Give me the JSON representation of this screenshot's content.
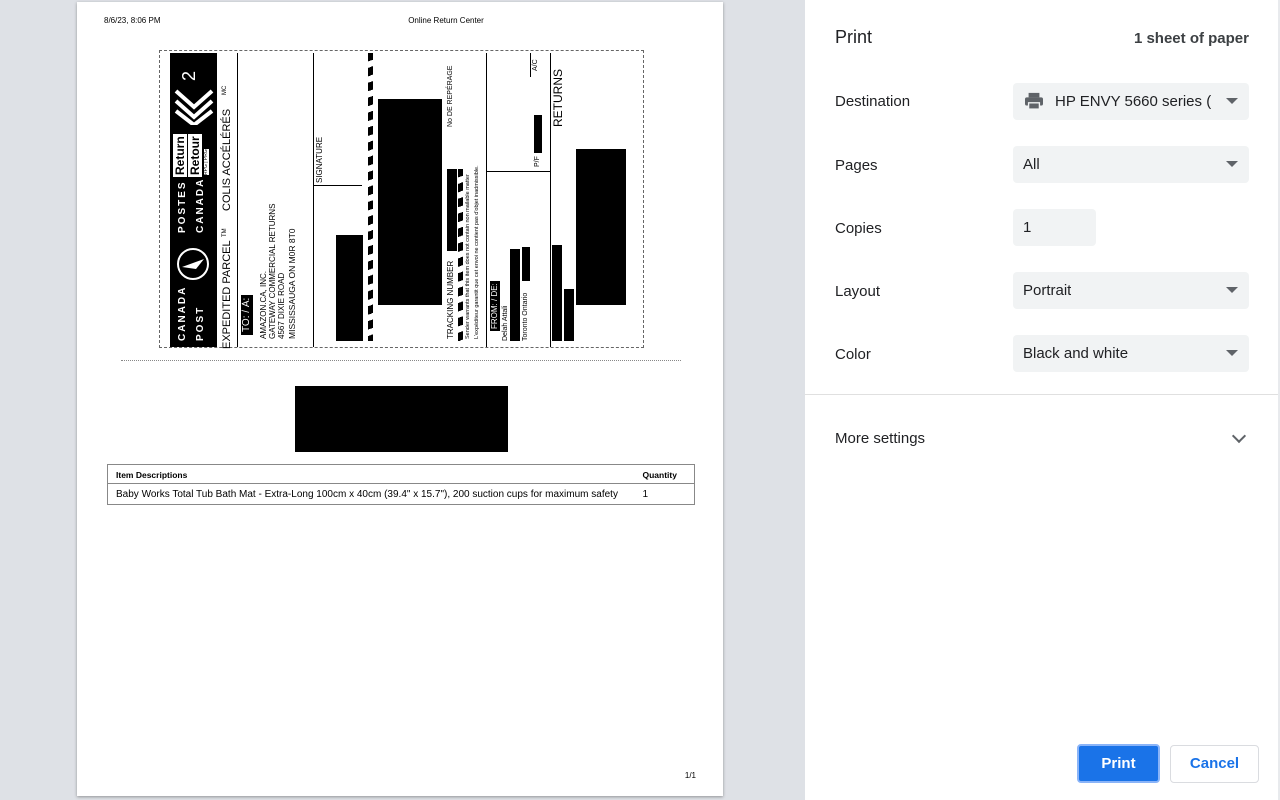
{
  "preview": {
    "header_date": "8/6/23, 8:06 PM",
    "header_title": "Online Return Center",
    "page_number": "1/1",
    "label": {
      "carrier_word1": "CANADA",
      "carrier_word2": "POST",
      "carrier_word3": "POSTES",
      "carrier_word4": "CANADA",
      "return_en": "Return",
      "return_fr": "Retour",
      "rpg": "RPG | PRG",
      "service_number": "2",
      "service_en": "EXPEDITED PARCEL",
      "service_fr": "COLIS ACCÉLÉRÉS",
      "tm": "TM",
      "mc": "MC",
      "to_label": "TO: / À:",
      "to_line1": "AMAZON.CA, INC.",
      "to_line2": "GATEWAY COMMERCIAL RETURNS",
      "to_line3": "4567 DIXIE ROAD",
      "to_line4": "MISSISSAUGA ON M0R 8T0",
      "signature": "SIGNATURE",
      "tracking": "TRACKING NUMBER",
      "no_reperage": "No DE REPÉRAGE",
      "warrant1": "Sender warrants that this item does not contain non mailable matter",
      "warrant2": "L'expéditeur garantit que cet envoi ne contient pas d'objet inadmissible.",
      "from_label": "FROM: / DE:",
      "from_name": "Delah Attali",
      "from_city": "Toronto Ontario",
      "ac": "A/C",
      "pf": "P/F",
      "returns": "RETURNS"
    },
    "table": {
      "col_desc": "Item Descriptions",
      "col_qty": "Quantity",
      "rows": [
        {
          "desc": "Baby Works Total Tub Bath Mat - Extra-Long 100cm x 40cm (39.4\" x 15.7\"), 200 suction cups for maximum safety",
          "qty": "1"
        }
      ]
    }
  },
  "panel": {
    "title": "Print",
    "sheet_count": "1 sheet of paper",
    "destination_label": "Destination",
    "destination_value": "HP ENVY 5660 series (",
    "pages_label": "Pages",
    "pages_value": "All",
    "copies_label": "Copies",
    "copies_value": "1",
    "layout_label": "Layout",
    "layout_value": "Portrait",
    "color_label": "Color",
    "color_value": "Black and white",
    "more_settings": "More settings",
    "print_button": "Print",
    "cancel_button": "Cancel"
  },
  "colors": {
    "accent": "#1a73e8",
    "select_bg": "#f1f3f4",
    "preview_bg": "#dee1e6"
  }
}
